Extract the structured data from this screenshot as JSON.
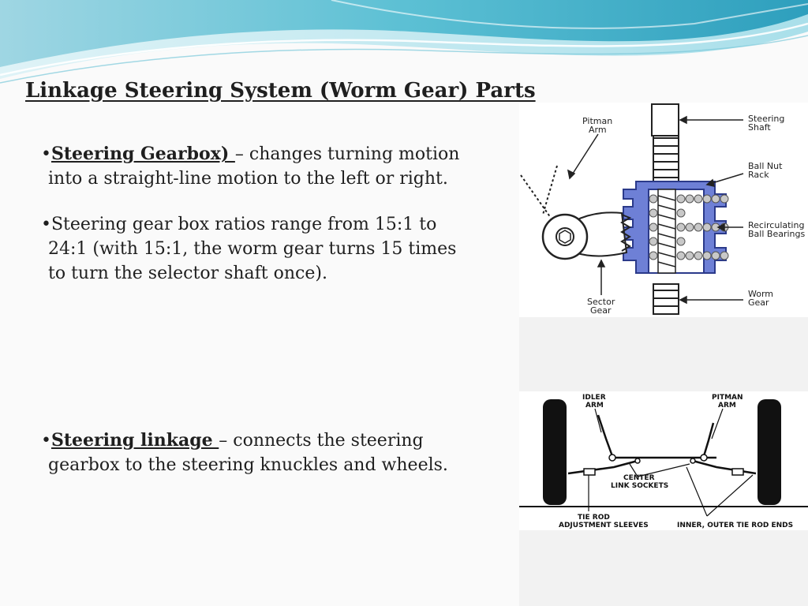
{
  "slide": {
    "title": "Linkage Steering System (Worm Gear) Parts",
    "bullets": [
      {
        "marker": "•",
        "term": "Steering Gearbox) ",
        "text_line1": " – changes turning motion",
        "text_line2": "into a straight-line motion to the left or right."
      },
      {
        "marker": "•",
        "line1": "Steering gear box ratios range from 15:1 to",
        "line2": "24:1 (with 15:1, the worm gear turns 15 times",
        "line3": "to turn the selector shaft once)."
      },
      {
        "marker": "•",
        "term": "Steering linkage ",
        "text_line1": " – connects the steering",
        "text_line2": "gearbox to the steering knuckles and wheels."
      }
    ]
  },
  "figure_gearbox": {
    "labels": {
      "pitman_1": "Pitman",
      "pitman_2": "Arm",
      "steering_1": "Steering",
      "steering_2": "Shaft",
      "ballnut_1": "Ball Nut",
      "ballnut_2": "Rack",
      "recirc_1": "Recirculating",
      "recirc_2": "Ball Bearings",
      "sector_1": "Sector",
      "sector_2": "Gear",
      "worm_1": "Worm",
      "worm_2": "Gear"
    },
    "colors": {
      "housing": "#6e80d6",
      "housing_dark": "#4656a8"
    }
  },
  "figure_linkage": {
    "labels": {
      "idler_1": "IDLER",
      "idler_2": "ARM",
      "pitman_1": "PITMAN",
      "pitman_2": "ARM",
      "center_1": "CENTER",
      "center_2": "LINK SOCKETS",
      "tierod_1": "TIE ROD",
      "tierod_2": "ADJUSTMENT SLEEVES",
      "inner_outer": "INNER, OUTER TIE ROD ENDS"
    }
  },
  "theme": {
    "wave_teal": "#4fb6cc",
    "wave_light": "#bfe6ee",
    "text": "#1f1f1f"
  }
}
